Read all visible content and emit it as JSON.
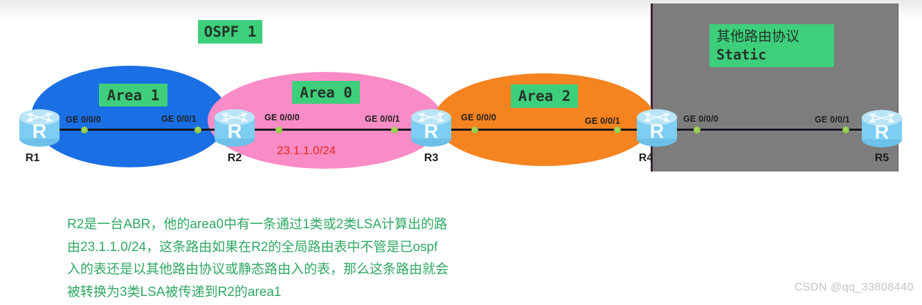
{
  "ospf_label": "OSPF 1",
  "areas": [
    {
      "name": "Area 1",
      "fill": "#1b6fe4"
    },
    {
      "name": "Area 0",
      "fill": "#f98cc6"
    },
    {
      "name": "Area 2",
      "fill": "#f5831f"
    }
  ],
  "external_zone": {
    "line1": "其他路由协议",
    "line2": "Static",
    "fill": "#7d7d7d"
  },
  "routers": [
    {
      "id": "R1"
    },
    {
      "id": "R2"
    },
    {
      "id": "R3"
    },
    {
      "id": "R4"
    },
    {
      "id": "R5"
    }
  ],
  "router_icon_letter": "R",
  "links": [
    {
      "from": "R1",
      "to": "R2",
      "from_if": "GE 0/0/0",
      "to_if": "GE 0/0/1"
    },
    {
      "from": "R2",
      "to": "R3",
      "from_if": "GE 0/0/0",
      "to_if": "GE 0/0/1",
      "subnet": "23.1.1.0/24"
    },
    {
      "from": "R3",
      "to": "R4",
      "from_if": "GE 0/0/0",
      "to_if": "GE 0/0/1"
    },
    {
      "from": "R4",
      "to": "R5",
      "from_if": "GE 0/0/0",
      "to_if": "GE 0/0/1"
    }
  ],
  "annotation": {
    "lines": [
      "R2是一台ABR，他的area0中有一条通过1类或2类LSA计算出的路",
      "由23.1.1.0/24，这条路由如果在R2的全局路由表中不管是已ospf",
      "入的表还是以其他路由协议或静态路由入的表，那么这条路由就会",
      "被转换为3类LSA被传递到R2的area1"
    ]
  },
  "watermark": "CSDN @qq_33808440",
  "colors": {
    "area1_fill": "#1b6fe4",
    "area0_fill": "#f98cc6",
    "area2_fill": "#f5831f",
    "zone_fill": "#7d7d7d",
    "zone_border": "#3f2135",
    "label_bg": "#3ecf7d",
    "link_line": "#15151f",
    "if_dot": "#8cc63e",
    "subnet_text": "#e8281e",
    "annotation_text": "#2fa863",
    "router_body": "#7ecdf2",
    "watermark_text": "#c3c3c3"
  }
}
